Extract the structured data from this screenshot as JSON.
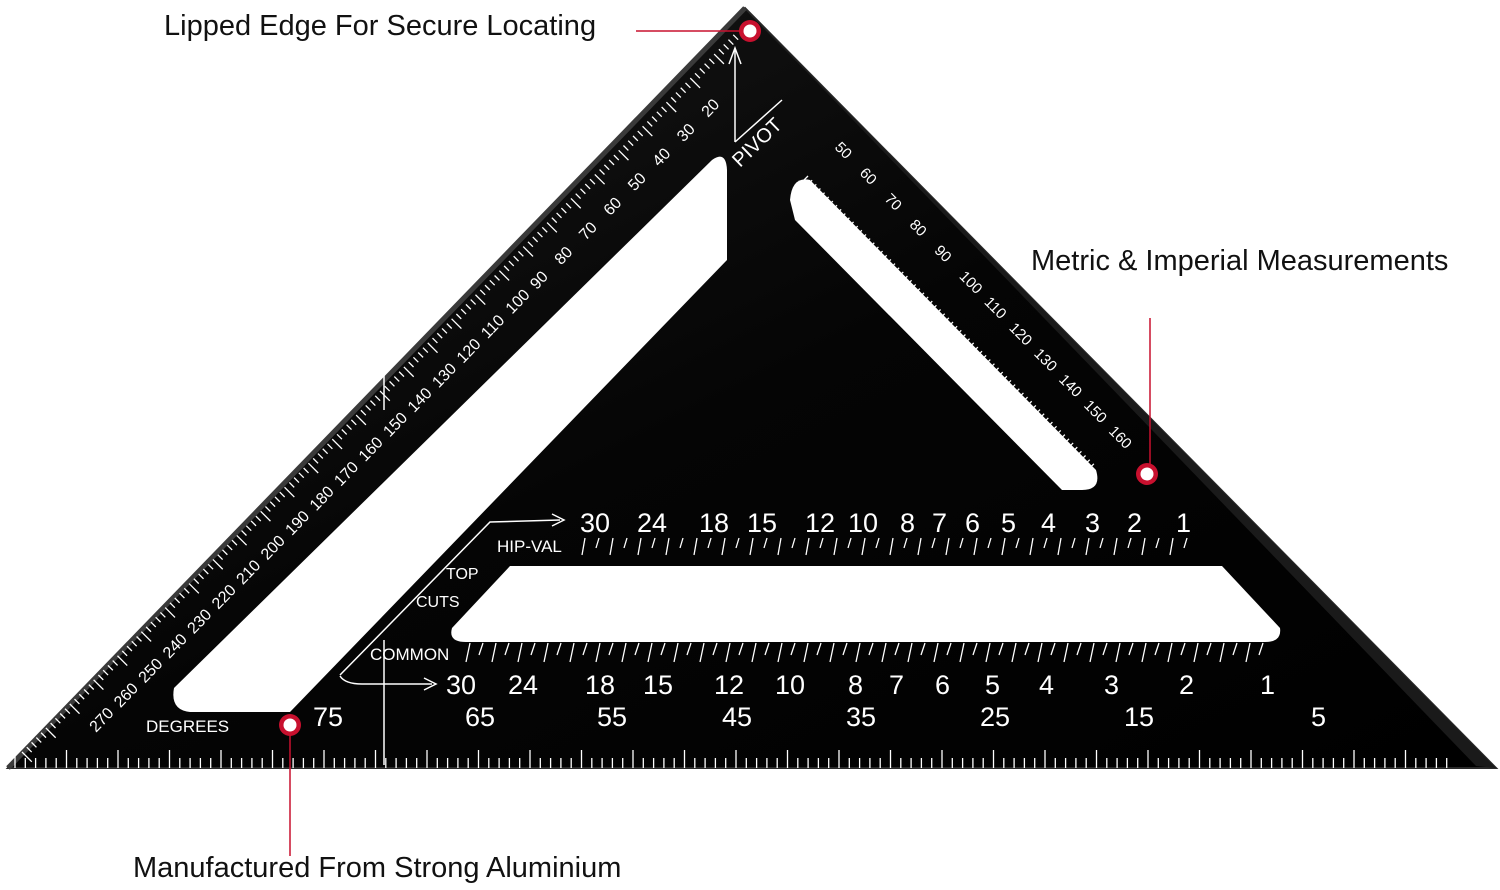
{
  "callouts": {
    "lipped_edge": "Lipped Edge For Secure Locating",
    "measurements": "Metric & Imperial Measurements",
    "material": "Manufactured From Strong Aluminium"
  },
  "square_labels": {
    "pivot": "PIVOT",
    "hip_val": "HIP-VAL",
    "top": "TOP",
    "cuts": "CUTS",
    "common": "COMMON",
    "degrees": "DEGREES"
  },
  "hip_val_scale": [
    "30",
    "24",
    "18",
    "15",
    "12",
    "10",
    "8",
    "7",
    "6",
    "5",
    "4",
    "3",
    "2",
    "1"
  ],
  "common_scale": [
    "30",
    "24",
    "18",
    "15",
    "12",
    "10",
    "8",
    "7",
    "6",
    "5",
    "4",
    "3",
    "2",
    "1"
  ],
  "degree_scale": [
    "75",
    "65",
    "55",
    "45",
    "35",
    "25",
    "15",
    "5"
  ],
  "hypotenuse_scale": [
    "20",
    "30",
    "40",
    "50",
    "60",
    "70",
    "80",
    "90",
    "100",
    "110",
    "120",
    "130",
    "140",
    "150",
    "160",
    "170",
    "180",
    "190",
    "200",
    "210",
    "220",
    "230",
    "240",
    "250",
    "260",
    "270"
  ],
  "right_edge_scale": [
    "50",
    "60",
    "70",
    "80",
    "90",
    "100",
    "110",
    "120",
    "130",
    "140",
    "150",
    "160"
  ],
  "colors": {
    "body": "#050505",
    "marker_fill": "#ffffff",
    "marker_ring": "#c8102e",
    "leader": "#c8102e",
    "engraving": "#ffffff"
  }
}
